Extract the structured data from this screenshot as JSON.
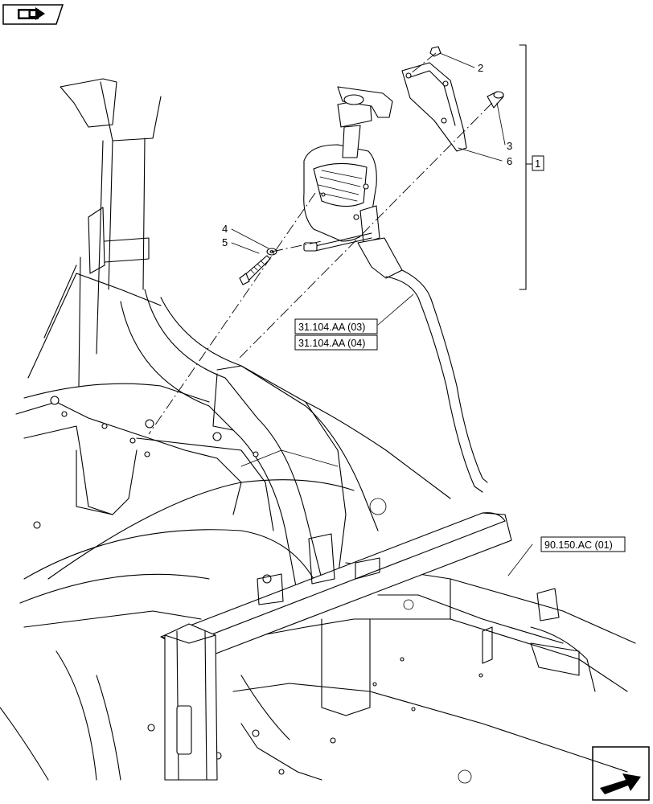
{
  "callouts": {
    "c1": "1",
    "c2": "2",
    "c3": "3",
    "c4": "4",
    "c5": "5",
    "c6": "6"
  },
  "references": {
    "ref1": "31.104.AA (03)",
    "ref2": "31.104.AA (04)",
    "ref3": "90.150.AC (01)"
  },
  "icons": {
    "top_left": "reference-arrow-icon",
    "bottom_right": "next-page-arrow-icon"
  }
}
